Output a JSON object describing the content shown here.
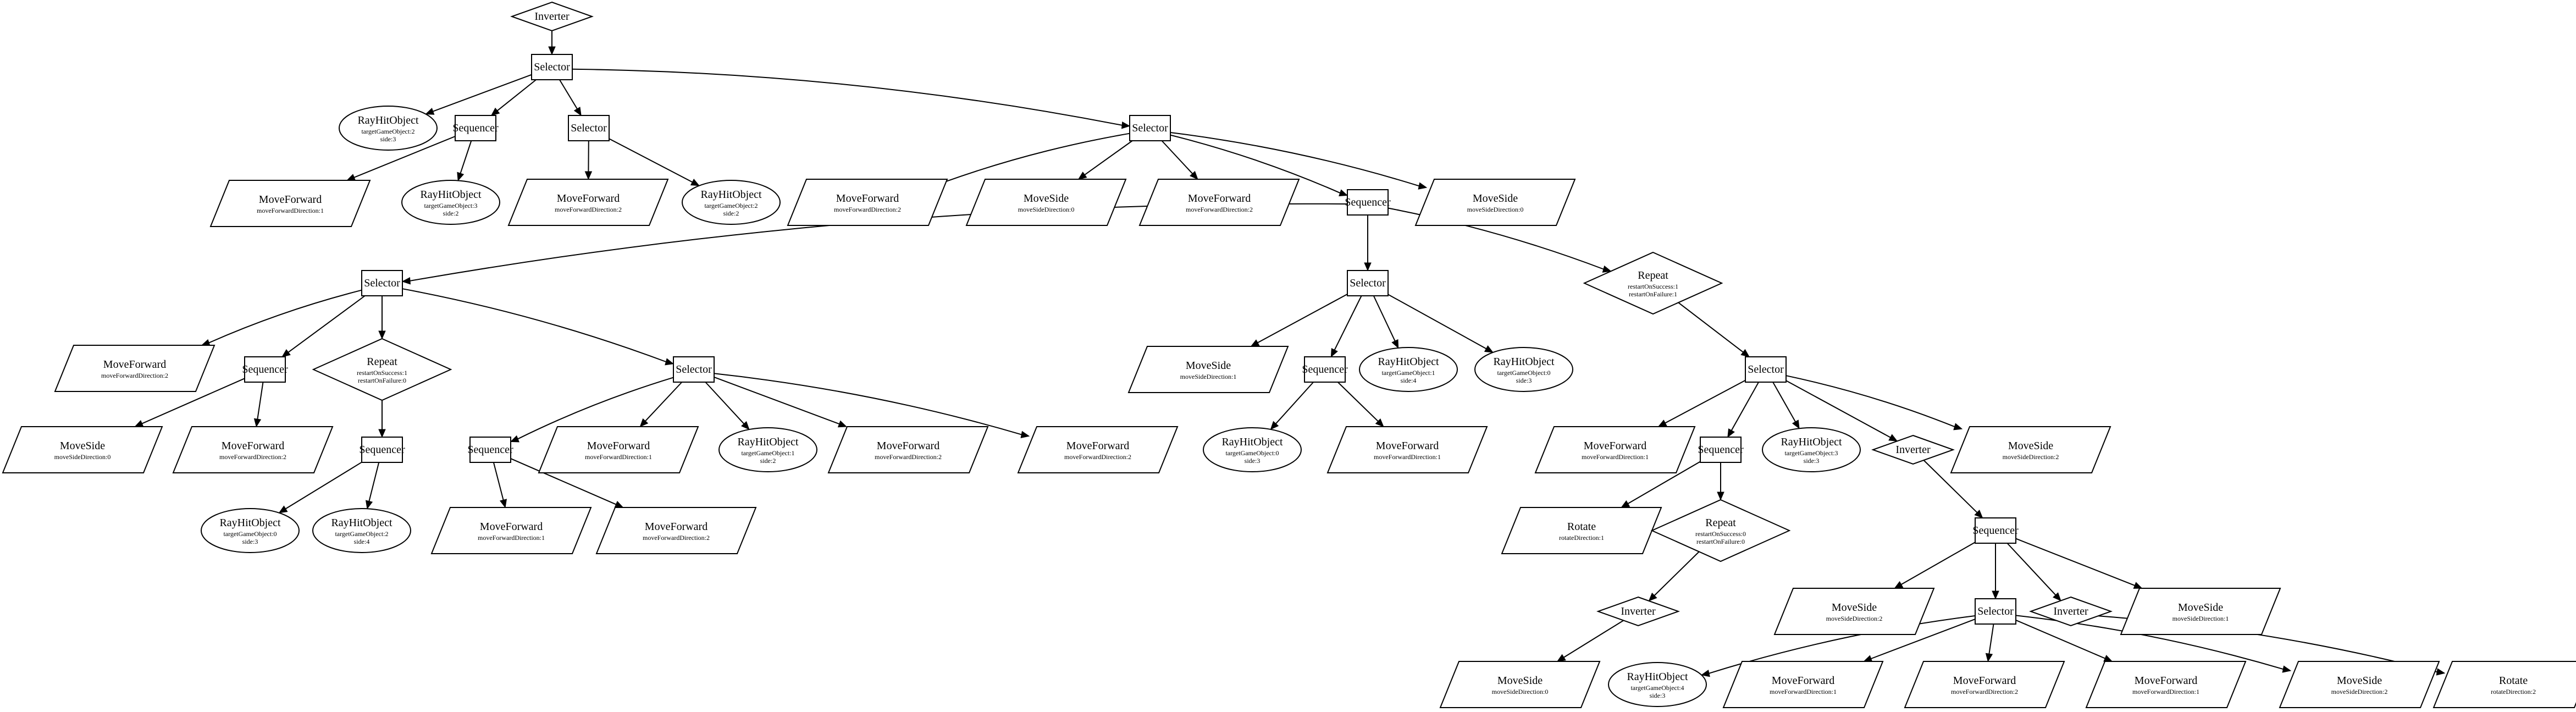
{
  "nodes": [
    {
      "id": "n0",
      "shape": "diamond",
      "label": "Inverter"
    },
    {
      "id": "n1",
      "shape": "box",
      "label": "Selector"
    },
    {
      "id": "n2",
      "shape": "ellipse",
      "label": "RayHitObject",
      "params": [
        "targetGameObject:2",
        "side:3"
      ]
    },
    {
      "id": "n3",
      "shape": "box",
      "label": "Sequencer"
    },
    {
      "id": "n4",
      "shape": "box",
      "label": "Selector"
    },
    {
      "id": "n5",
      "shape": "box",
      "label": "Selector"
    },
    {
      "id": "n6",
      "shape": "parallelogram",
      "label": "MoveForward",
      "params": [
        "moveForwardDirection:1"
      ]
    },
    {
      "id": "n7",
      "shape": "ellipse",
      "label": "RayHitObject",
      "params": [
        "targetGameObject:3",
        "side:2"
      ]
    },
    {
      "id": "n8",
      "shape": "parallelogram",
      "label": "MoveForward",
      "params": [
        "moveForwardDirection:2"
      ]
    },
    {
      "id": "n9",
      "shape": "ellipse",
      "label": "RayHitObject",
      "params": [
        "targetGameObject:2",
        "side:2"
      ]
    },
    {
      "id": "n10",
      "shape": "parallelogram",
      "label": "MoveForward",
      "params": [
        "moveForwardDirection:2"
      ]
    },
    {
      "id": "n11",
      "shape": "parallelogram",
      "label": "MoveSide",
      "params": [
        "moveSideDirection:0"
      ]
    },
    {
      "id": "n12",
      "shape": "parallelogram",
      "label": "MoveForward",
      "params": [
        "moveForwardDirection:2"
      ]
    },
    {
      "id": "n13",
      "shape": "box",
      "label": "Sequencer"
    },
    {
      "id": "n14",
      "shape": "parallelogram",
      "label": "MoveSide",
      "params": [
        "moveSideDirection:0"
      ]
    },
    {
      "id": "n15",
      "shape": "box",
      "label": "Selector"
    },
    {
      "id": "n16",
      "shape": "box",
      "label": "Selector"
    },
    {
      "id": "n17",
      "shape": "diamond",
      "label": "Repeat",
      "params": [
        "restartOnSuccess:1",
        "restartOnFailure:1"
      ]
    },
    {
      "id": "n18",
      "shape": "parallelogram",
      "label": "MoveForward",
      "params": [
        "moveForwardDirection:2"
      ]
    },
    {
      "id": "n19",
      "shape": "box",
      "label": "Sequencer"
    },
    {
      "id": "n20",
      "shape": "diamond",
      "label": "Repeat",
      "params": [
        "restartOnSuccess:1",
        "restartOnFailure:0"
      ]
    },
    {
      "id": "n21",
      "shape": "box",
      "label": "Selector"
    },
    {
      "id": "n22",
      "shape": "parallelogram",
      "label": "MoveSide",
      "params": [
        "moveSideDirection:1"
      ]
    },
    {
      "id": "n23",
      "shape": "box",
      "label": "Sequencer"
    },
    {
      "id": "n24",
      "shape": "ellipse",
      "label": "RayHitObject",
      "params": [
        "targetGameObject:1",
        "side:4"
      ]
    },
    {
      "id": "n25",
      "shape": "ellipse",
      "label": "RayHitObject",
      "params": [
        "targetGameObject:0",
        "side:3"
      ]
    },
    {
      "id": "n26",
      "shape": "box",
      "label": "Selector"
    },
    {
      "id": "n27",
      "shape": "parallelogram",
      "label": "MoveSide",
      "params": [
        "moveSideDirection:0"
      ]
    },
    {
      "id": "n28",
      "shape": "parallelogram",
      "label": "MoveForward",
      "params": [
        "moveForwardDirection:2"
      ]
    },
    {
      "id": "n29",
      "shape": "box",
      "label": "Sequencer"
    },
    {
      "id": "n30",
      "shape": "box",
      "label": "Sequencer"
    },
    {
      "id": "n31",
      "shape": "parallelogram",
      "label": "MoveForward",
      "params": [
        "moveForwardDirection:1"
      ]
    },
    {
      "id": "n32",
      "shape": "ellipse",
      "label": "RayHitObject",
      "params": [
        "targetGameObject:1",
        "side:2"
      ]
    },
    {
      "id": "n33",
      "shape": "parallelogram",
      "label": "MoveForward",
      "params": [
        "moveForwardDirection:2"
      ]
    },
    {
      "id": "n34",
      "shape": "parallelogram",
      "label": "MoveForward",
      "params": [
        "moveForwardDirection:2"
      ]
    },
    {
      "id": "n35",
      "shape": "ellipse",
      "label": "RayHitObject",
      "params": [
        "targetGameObject:0",
        "side:3"
      ]
    },
    {
      "id": "n36",
      "shape": "parallelogram",
      "label": "MoveForward",
      "params": [
        "moveForwardDirection:1"
      ]
    },
    {
      "id": "n37",
      "shape": "parallelogram",
      "label": "MoveForward",
      "params": [
        "moveForwardDirection:1"
      ]
    },
    {
      "id": "n38",
      "shape": "box",
      "label": "Sequencer"
    },
    {
      "id": "n39",
      "shape": "ellipse",
      "label": "RayHitObject",
      "params": [
        "targetGameObject:3",
        "side:3"
      ]
    },
    {
      "id": "n40",
      "shape": "diamond",
      "label": "Inverter"
    },
    {
      "id": "n41",
      "shape": "parallelogram",
      "label": "MoveSide",
      "params": [
        "moveSideDirection:2"
      ]
    },
    {
      "id": "n42",
      "shape": "ellipse",
      "label": "RayHitObject",
      "params": [
        "targetGameObject:0",
        "side:3"
      ]
    },
    {
      "id": "n43",
      "shape": "ellipse",
      "label": "RayHitObject",
      "params": [
        "targetGameObject:2",
        "side:4"
      ]
    },
    {
      "id": "n44",
      "shape": "parallelogram",
      "label": "MoveForward",
      "params": [
        "moveForwardDirection:1"
      ]
    },
    {
      "id": "n45",
      "shape": "parallelogram",
      "label": "MoveForward",
      "params": [
        "moveForwardDirection:2"
      ]
    },
    {
      "id": "n46",
      "shape": "parallelogram",
      "label": "Rotate",
      "params": [
        "rotateDirection:1"
      ]
    },
    {
      "id": "n47",
      "shape": "diamond",
      "label": "Repeat",
      "params": [
        "restartOnSuccess:0",
        "restartOnFailure:0"
      ]
    },
    {
      "id": "n48",
      "shape": "box",
      "label": "Sequencer"
    },
    {
      "id": "n49",
      "shape": "diamond",
      "label": "Inverter"
    },
    {
      "id": "n50",
      "shape": "parallelogram",
      "label": "MoveSide",
      "params": [
        "moveSideDirection:2"
      ]
    },
    {
      "id": "n51",
      "shape": "box",
      "label": "Selector"
    },
    {
      "id": "n52",
      "shape": "diamond",
      "label": "Inverter"
    },
    {
      "id": "n53",
      "shape": "parallelogram",
      "label": "MoveSide",
      "params": [
        "moveSideDirection:1"
      ]
    },
    {
      "id": "n54",
      "shape": "parallelogram",
      "label": "MoveSide",
      "params": [
        "moveSideDirection:0"
      ]
    },
    {
      "id": "n55",
      "shape": "ellipse",
      "label": "RayHitObject",
      "params": [
        "targetGameObject:4",
        "side:3"
      ]
    },
    {
      "id": "n56",
      "shape": "parallelogram",
      "label": "MoveForward",
      "params": [
        "moveForwardDirection:1"
      ]
    },
    {
      "id": "n57",
      "shape": "parallelogram",
      "label": "MoveForward",
      "params": [
        "moveForwardDirection:2"
      ]
    },
    {
      "id": "n58",
      "shape": "parallelogram",
      "label": "MoveForward",
      "params": [
        "moveForwardDirection:1"
      ]
    },
    {
      "id": "n59",
      "shape": "parallelogram",
      "label": "MoveSide",
      "params": [
        "moveSideDirection:2"
      ]
    },
    {
      "id": "n60",
      "shape": "parallelogram",
      "label": "Rotate",
      "params": [
        "rotateDirection:2"
      ]
    }
  ],
  "edges": [
    [
      "n0",
      "n1"
    ],
    [
      "n1",
      "n2"
    ],
    [
      "n1",
      "n3"
    ],
    [
      "n1",
      "n4"
    ],
    [
      "n1",
      "n5"
    ],
    [
      "n3",
      "n6"
    ],
    [
      "n3",
      "n7"
    ],
    [
      "n4",
      "n8"
    ],
    [
      "n4",
      "n9"
    ],
    [
      "n5",
      "n10"
    ],
    [
      "n5",
      "n11"
    ],
    [
      "n5",
      "n12"
    ],
    [
      "n5",
      "n13"
    ],
    [
      "n5",
      "n14"
    ],
    [
      "n13",
      "n15"
    ],
    [
      "n13",
      "n16"
    ],
    [
      "n13",
      "n17"
    ],
    [
      "n15",
      "n18"
    ],
    [
      "n15",
      "n19"
    ],
    [
      "n15",
      "n20"
    ],
    [
      "n15",
      "n21"
    ],
    [
      "n16",
      "n22"
    ],
    [
      "n16",
      "n23"
    ],
    [
      "n16",
      "n24"
    ],
    [
      "n16",
      "n25"
    ],
    [
      "n17",
      "n26"
    ],
    [
      "n19",
      "n27"
    ],
    [
      "n19",
      "n28"
    ],
    [
      "n20",
      "n29"
    ],
    [
      "n21",
      "n30"
    ],
    [
      "n21",
      "n31"
    ],
    [
      "n21",
      "n32"
    ],
    [
      "n21",
      "n33"
    ],
    [
      "n21",
      "n34"
    ],
    [
      "n23",
      "n35"
    ],
    [
      "n23",
      "n36"
    ],
    [
      "n26",
      "n37"
    ],
    [
      "n26",
      "n38"
    ],
    [
      "n26",
      "n39"
    ],
    [
      "n26",
      "n40"
    ],
    [
      "n26",
      "n41"
    ],
    [
      "n29",
      "n42"
    ],
    [
      "n29",
      "n43"
    ],
    [
      "n30",
      "n44"
    ],
    [
      "n30",
      "n45"
    ],
    [
      "n38",
      "n46"
    ],
    [
      "n38",
      "n47"
    ],
    [
      "n40",
      "n48"
    ],
    [
      "n47",
      "n49"
    ],
    [
      "n48",
      "n50"
    ],
    [
      "n48",
      "n51"
    ],
    [
      "n48",
      "n52"
    ],
    [
      "n48",
      "n53"
    ],
    [
      "n49",
      "n54"
    ],
    [
      "n51",
      "n55"
    ],
    [
      "n51",
      "n56"
    ],
    [
      "n51",
      "n57"
    ],
    [
      "n51",
      "n58"
    ],
    [
      "n51",
      "n59"
    ],
    [
      "n52",
      "n60"
    ]
  ]
}
